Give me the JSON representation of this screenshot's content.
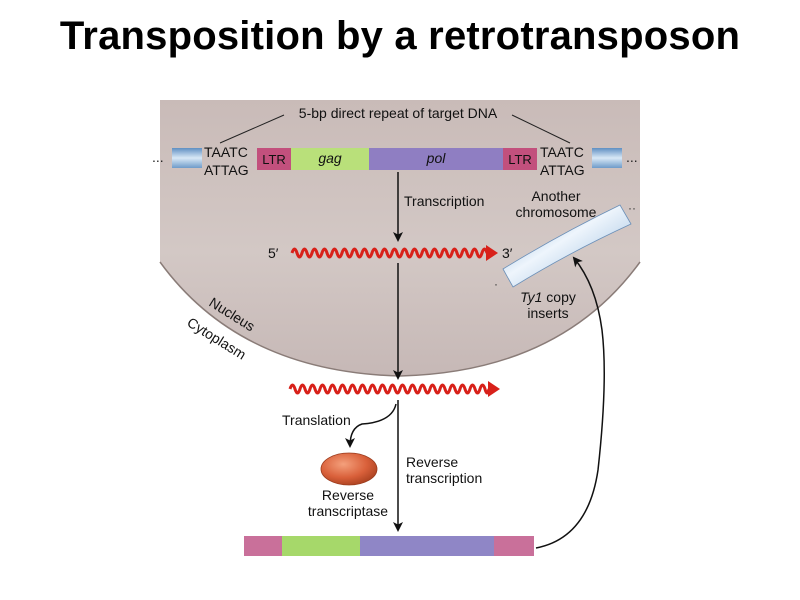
{
  "title": "Transposition by a retrotransposon",
  "labels": {
    "direct_repeat": "5-bp direct repeat of target DNA",
    "left_top_seq": "TAATC",
    "left_bottom_seq": "ATTAG",
    "right_top_seq": "TAATC",
    "right_bottom_seq": "ATTAG",
    "ltr_left": "LTR",
    "gag": "gag",
    "pol": "pol",
    "ltr_right": "LTR",
    "ellipsis_left": "...",
    "ellipsis_right": "...",
    "transcription": "Transcription",
    "another_chromosome_line1": "Another",
    "another_chromosome_line2": "chromosome",
    "five_prime": "5′",
    "three_prime": "3′",
    "ty1_italic": "Ty1",
    "ty1_copy": " copy",
    "inserts": "inserts",
    "nucleus": "Nucleus",
    "cytoplasm": "Cytoplasm",
    "translation": "Translation",
    "reverse_transcription_line1": "Reverse",
    "reverse_transcription_line2": "transcription",
    "reverse_transcriptase_line1": "Reverse",
    "reverse_transcriptase_line2": "transcriptase"
  },
  "colors": {
    "ltr": "#c2507d",
    "gag": "#b9e07a",
    "pol": "#8f7ec2",
    "host_dna": "#8fb7dc",
    "rna": "#d8211a",
    "nucleus": "#cfc3bf",
    "protein": "#d9603a"
  }
}
